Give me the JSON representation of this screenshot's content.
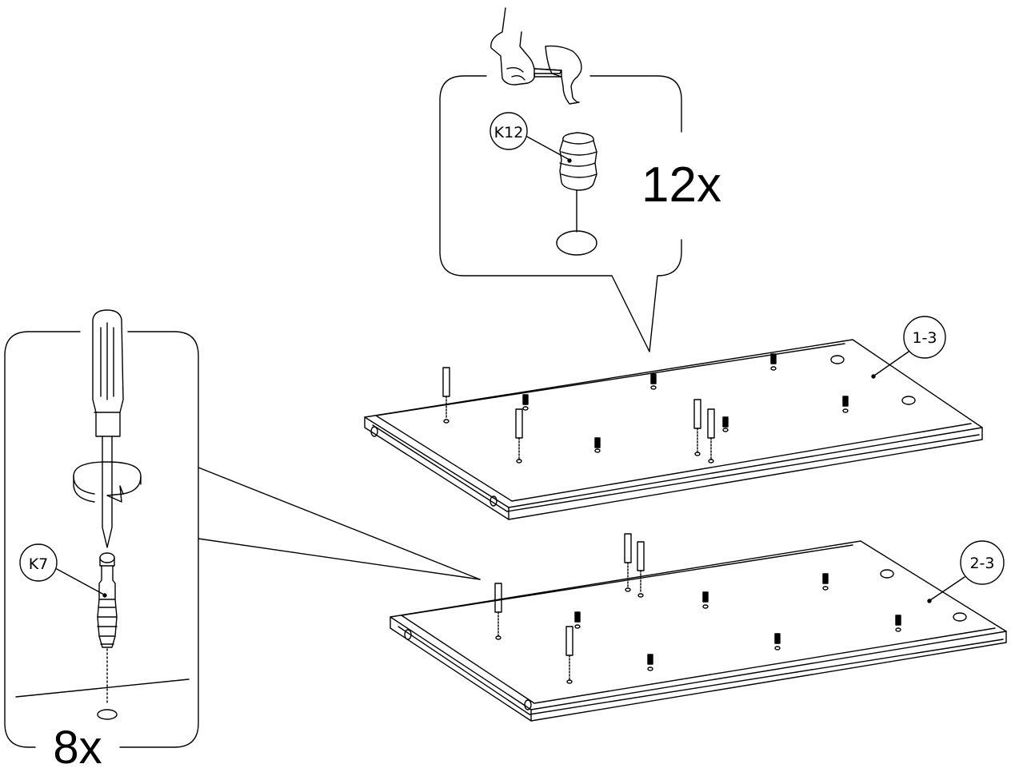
{
  "labels": {
    "k12_part": "K12",
    "k12_qty": "12x",
    "k7_part": "K7",
    "k7_qty": "8x",
    "panel_top": "1-3",
    "panel_bottom": "2-3"
  }
}
